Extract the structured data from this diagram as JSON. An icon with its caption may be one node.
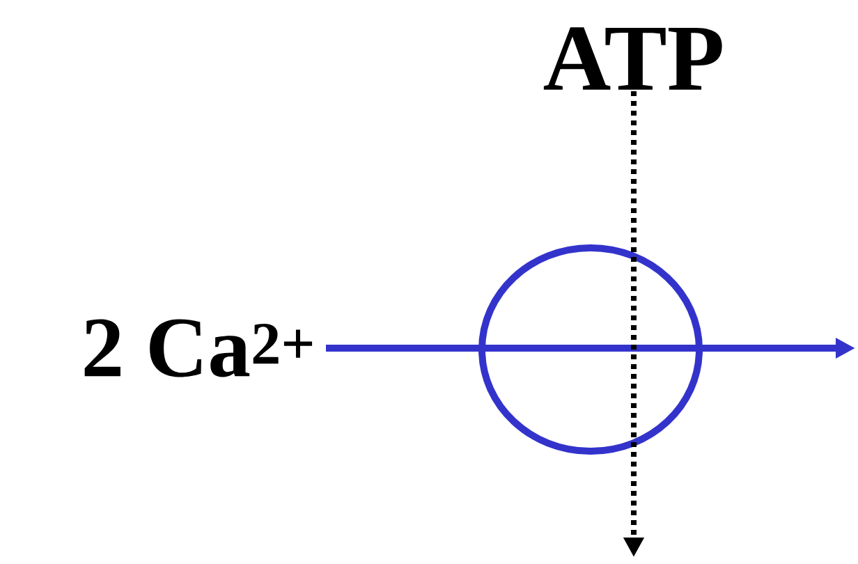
{
  "diagram": {
    "nodes": [
      {
        "text": [
          "2 Ca$^{2+}$"
        ]
      },
      {
        "text": [
          "ATP"
        ]
      },
      {
        "text": [],
        "shape": "circle"
      }
    ],
    "edges": [
      {
        "from": 0,
        "to": null,
        "arrow": "to",
        "color": "#3333cc"
      },
      {
        "from": 1,
        "to": null,
        "arrow": "to",
        "style": "dashed",
        "color": "#000000"
      }
    ]
  }
}
